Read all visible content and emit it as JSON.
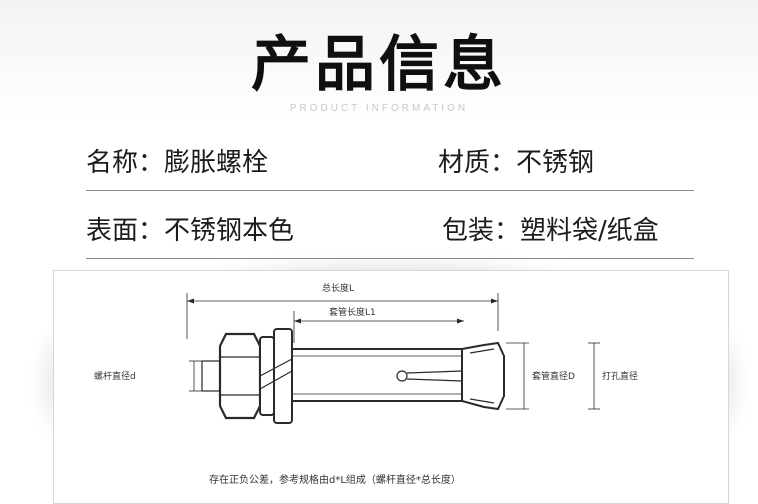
{
  "header": {
    "title": "产品信息",
    "subtitle": "PRODUCT INFORMATION"
  },
  "info": {
    "name": "名称：膨胀螺栓",
    "material": "材质：不锈钢",
    "surface": "表面：不锈钢本色",
    "packaging": "包装：塑料袋/纸盒"
  },
  "diagram": {
    "total_length": "总长度L",
    "sleeve_length": "套管长度L1",
    "screw_diameter": "螺杆直径d",
    "sleeve_diameter": "套管直径D",
    "hole_diameter": "打孔直径",
    "note": "存在正负公差，参考规格由d*L组成（螺杆直径*总长度）"
  }
}
